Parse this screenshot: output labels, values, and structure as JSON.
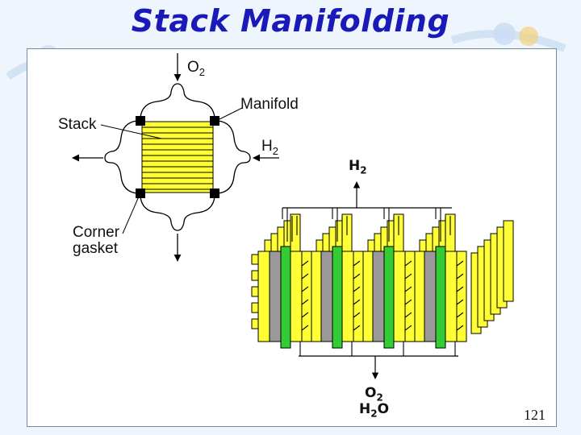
{
  "slide": {
    "title": "Stack Manifolding",
    "page_number": "121"
  },
  "labels": {
    "o2_in": "O",
    "o2_in_sub": "2",
    "manifold": "Manifold",
    "stack": "Stack",
    "h2_in": "H",
    "h2_in_sub": "2",
    "corner_gasket_line1": "Corner",
    "corner_gasket_line2": "gasket",
    "h2_out": "H",
    "h2_out_sub": "2",
    "o2_out": "O",
    "o2_out_sub": "2",
    "h2o_a": "H",
    "h2o_sub": "2",
    "h2o_b": "O"
  },
  "colors": {
    "background": "#eef5fc",
    "title": "#1a1ab8",
    "plate_yellow": "#ffff33",
    "membrane_green": "#33cc33",
    "separator_gray": "#9a9a9a"
  }
}
